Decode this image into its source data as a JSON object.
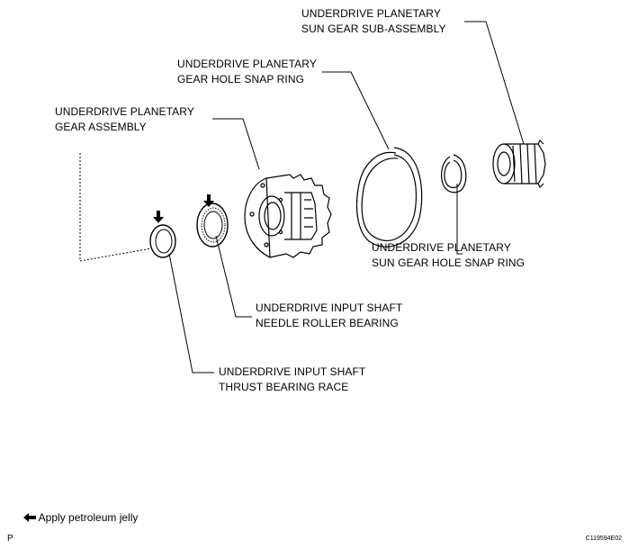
{
  "labels": {
    "sun_gear_sub_assembly": [
      "UNDERDRIVE PLANETARY",
      "SUN GEAR SUB-ASSEMBLY"
    ],
    "gear_hole_snap_ring": [
      "UNDERDRIVE PLANETARY",
      "GEAR HOLE SNAP RING"
    ],
    "planetary_gear_assembly": [
      "UNDERDRIVE PLANETARY",
      "GEAR ASSEMBLY"
    ],
    "sun_gear_hole_snap_ring": [
      "UNDERDRIVE PLANETARY",
      "SUN GEAR HOLE SNAP RING"
    ],
    "needle_roller_bearing": [
      "UNDERDRIVE INPUT SHAFT",
      "NEEDLE ROLLER BEARING"
    ],
    "thrust_bearing_race": [
      "UNDERDRIVE INPUT SHAFT",
      "THRUST BEARING RACE"
    ]
  },
  "legend": {
    "text": "Apply petroleum jelly",
    "icon": "arrow-left-icon"
  },
  "corner_letter": "P",
  "figure_code": "C119594E02"
}
